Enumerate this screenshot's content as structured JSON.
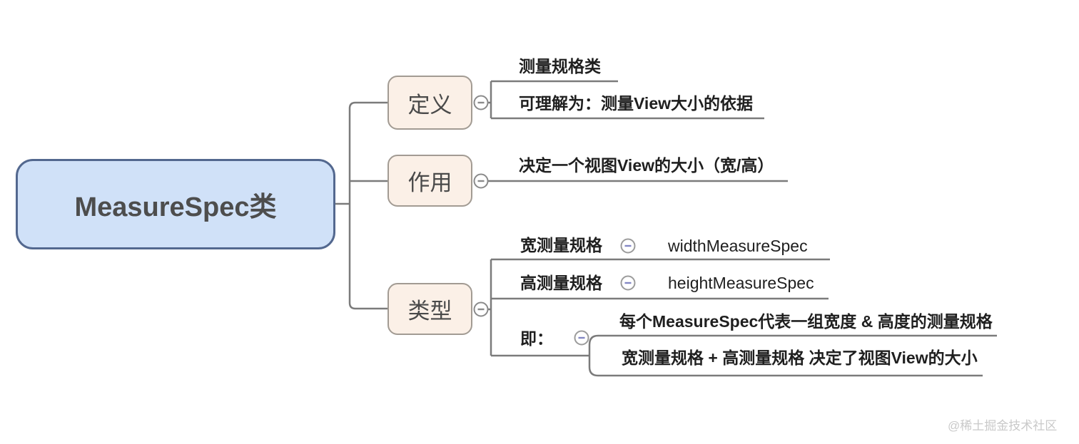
{
  "root": {
    "label": "MeasureSpec类"
  },
  "branches": [
    {
      "label": "定义",
      "children": [
        {
          "label": "测量规格类"
        },
        {
          "label": "可理解为：测量View大小的依据"
        }
      ]
    },
    {
      "label": "作用",
      "children": [
        {
          "label": "决定一个视图View的大小（宽/高）"
        }
      ]
    },
    {
      "label": "类型",
      "children": [
        {
          "label": "宽测量规格",
          "children": [
            {
              "label": "widthMeasureSpec"
            }
          ]
        },
        {
          "label": "高测量规格",
          "children": [
            {
              "label": "heightMeasureSpec"
            }
          ]
        },
        {
          "label": "即：",
          "children": [
            {
              "label": "每个MeasureSpec代表一组宽度 & 高度的测量规格"
            },
            {
              "label": "宽测量规格 + 高测量规格 决定了视图View的大小"
            }
          ]
        }
      ]
    }
  ],
  "watermark": {
    "text": "@稀土掘金技术社区"
  },
  "icons": {
    "collapse": "minus-circle-icon"
  },
  "colors": {
    "root_fill": "#d0e1f8",
    "root_border": "#53688f",
    "branch_fill": "#fbf0e7",
    "branch_border": "#a29b93",
    "connector": "#7b7b7b",
    "text_dark": "#1f1f1f",
    "node_text": "#4a4a4a",
    "collapse_minus_blue": "#8387c4",
    "watermark_gray": "#c9c9c9"
  }
}
